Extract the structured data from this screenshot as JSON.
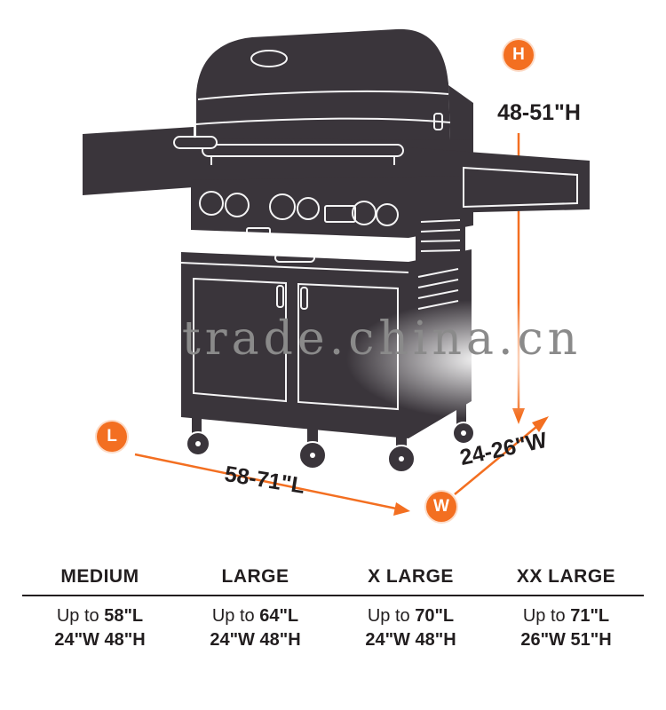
{
  "colors": {
    "accent": "#F36F21",
    "grill_silhouette": "#3A353B",
    "text": "#221E1F",
    "watermark_gray": "#8A8A8A"
  },
  "diagram": {
    "watermark": "trade.china.cn",
    "height": {
      "badge": "H",
      "label": "48-51\"H"
    },
    "length": {
      "badge": "L",
      "label": "58-71\"L"
    },
    "width": {
      "badge": "W",
      "label": "24-26\"W"
    }
  },
  "size_table": {
    "columns": [
      {
        "name": "MEDIUM",
        "line1_prefix": "Up to ",
        "line1_value": "58\"L",
        "line2": "24\"W 48\"H"
      },
      {
        "name": "LARGE",
        "line1_prefix": "Up to ",
        "line1_value": "64\"L",
        "line2": "24\"W 48\"H"
      },
      {
        "name": "X LARGE",
        "line1_prefix": "Up to ",
        "line1_value": "70\"L",
        "line2": "24\"W 48\"H"
      },
      {
        "name": "XX LARGE",
        "line1_prefix": "Up to ",
        "line1_value": "71\"L",
        "line2": "26\"W 51\"H"
      }
    ]
  }
}
